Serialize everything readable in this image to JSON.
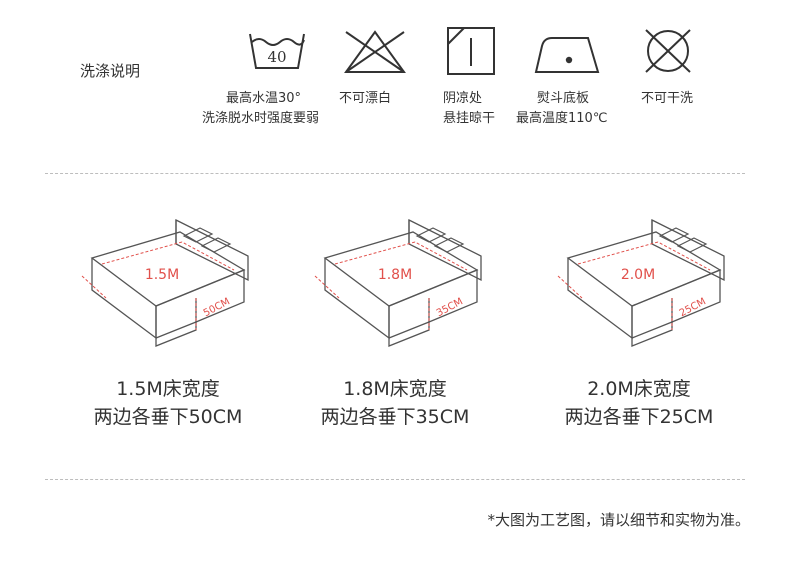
{
  "care": {
    "title": "洗涤说明",
    "wash_temp": "40",
    "items": [
      {
        "lines": [
          "最高水温30°",
          "洗涤脱水时强度要弱"
        ]
      },
      {
        "lines": [
          "不可漂白"
        ]
      },
      {
        "lines": [
          "阴凉处",
          "悬挂晾干"
        ]
      },
      {
        "lines": [
          "熨斗底板",
          "最高温度110℃"
        ]
      },
      {
        "lines": [
          "不可干洗"
        ]
      }
    ]
  },
  "beds": [
    {
      "width_label": "1.5M",
      "drop_label": "50CM",
      "caption_line1": "1.5M床宽度",
      "caption_line2": "两边各垂下50CM"
    },
    {
      "width_label": "1.8M",
      "drop_label": "35CM",
      "caption_line1": "1.8M床宽度",
      "caption_line2": "两边各垂下35CM"
    },
    {
      "width_label": "2.0M",
      "drop_label": "25CM",
      "caption_line1": "2.0M床宽度",
      "caption_line2": "两边各垂下25CM"
    }
  ],
  "note": "*大图为工艺图，请以细节和实物为准。",
  "colors": {
    "line": "#333333",
    "accent": "#e1504b",
    "divider": "#bdbdbd"
  }
}
